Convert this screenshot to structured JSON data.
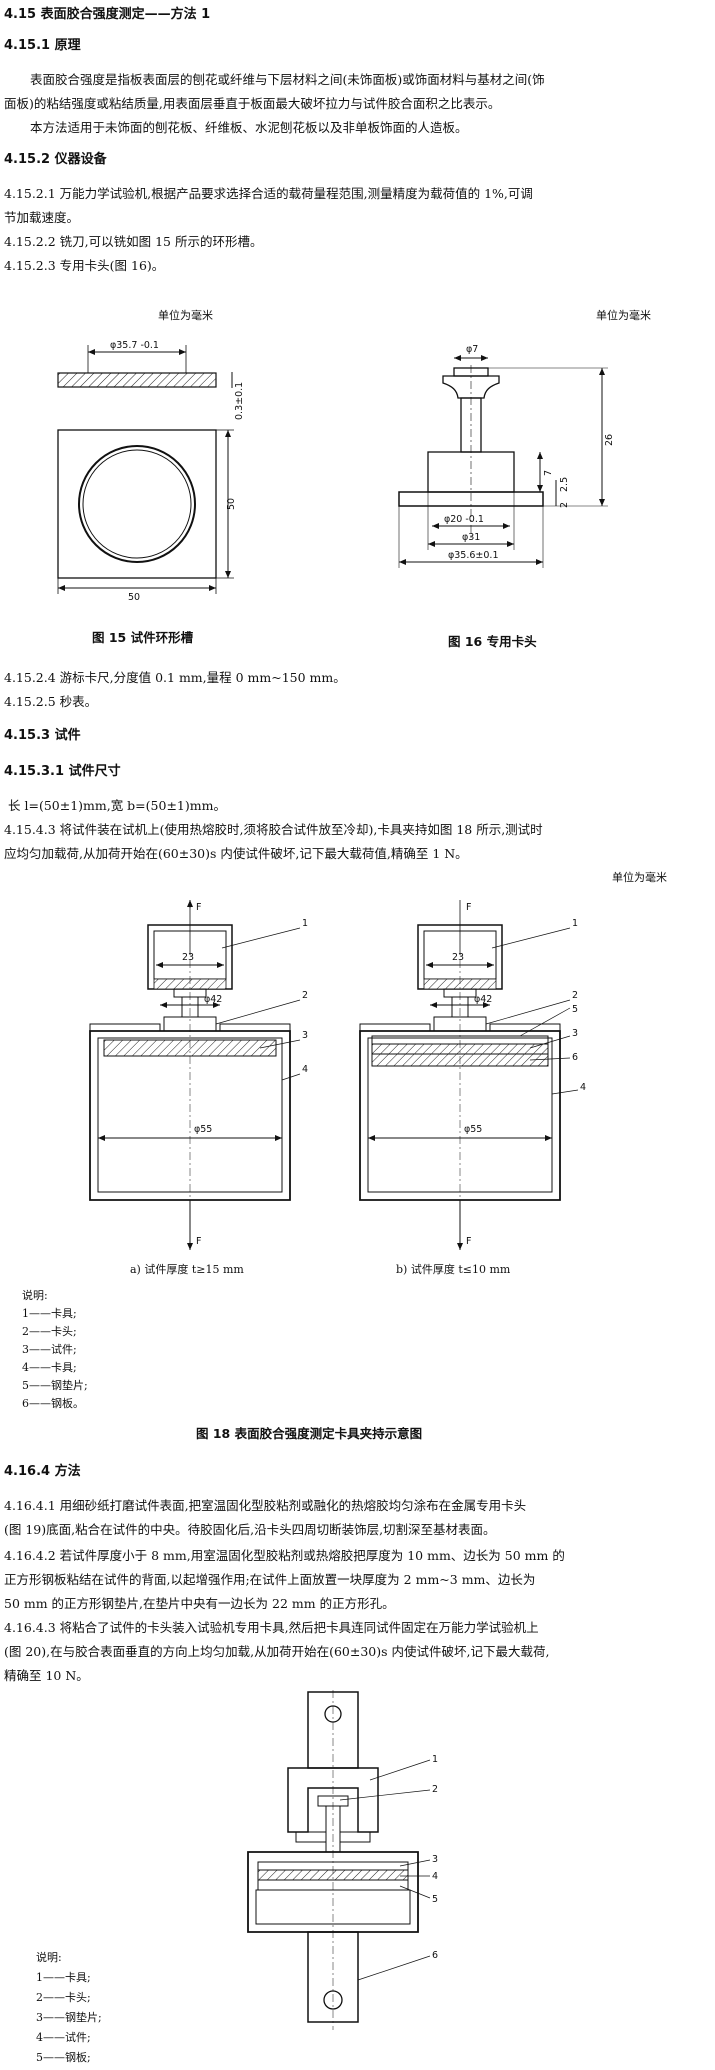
{
  "sec_4_15": {
    "title": "4.15 表面胶合强度测定——方法 1"
  },
  "sec_4_15_1": {
    "title": "4.15.1 原理",
    "p1_l1": "表面胶合强度是指板表面层的刨花或纤维与下层材料之间(未饰面板)或饰面材料与基材之间(饰",
    "p1_l2": "面板)的粘结强度或粘结质量,用表面层垂直于板面最大破坏拉力与试件胶合面积之比表示。",
    "p2": "本方法适用于未饰面的刨花板、纤维板、水泥刨花板以及非单板饰面的人造板。"
  },
  "sec_4_15_2": {
    "title": "4.15.2 仪器设备",
    "i1_l1": "4.15.2.1 万能力学试验机,根据产品要求选择合适的载荷量程范围,测量精度为载荷值的 1%,可调",
    "i1_l2": "节加载速度。",
    "i2": "4.15.2.2 铣刀,可以铣如图 15 所示的环形槽。",
    "i3": "4.15.2.3 专用卡头(图 16)。"
  },
  "fig15": {
    "unit": "单位为毫米",
    "dim_top": "φ35.7 -0.1",
    "dim_right_top": "0.3±0.1",
    "dim_right": "50",
    "dim_bottom": "50",
    "caption": "图 15 试件环形槽"
  },
  "fig16": {
    "unit": "单位为毫米",
    "dim_top": "φ7",
    "dim_7": "7",
    "dim_25": "2.5",
    "dim_2": "2",
    "dim_26": "26",
    "dim_20": "φ20 -0.1",
    "dim_31": "φ31",
    "dim_356": "φ35.6±0.1",
    "caption": "图 16 专用卡头"
  },
  "items_a": {
    "i4": "4.15.2.4 游标卡尺,分度值 0.1 mm,量程 0 mm~150 mm。",
    "i5": "4.15.2.5 秒表。"
  },
  "sec_4_15_3": {
    "title": "4.15.3 试件",
    "sub_title": "4.15.3.1 试件尺寸",
    "size": "长 l=(50±1)mm,宽 b=(50±1)mm。",
    "p_l1": "4.15.4.3 将试件装在试机上(使用热熔胶时,须将胶合试件放至冷却),卡具夹持如图 18 所示,测试时",
    "p_l2": "应均匀加载荷,从加荷开始在(60±30)s 内使试件破坏,记下最大载荷值,精确至 1 N。",
    "unit": "单位为毫米"
  },
  "fig18": {
    "F": "F",
    "d23": "23",
    "d42": "φ42",
    "d55": "φ55",
    "n1": "1",
    "n2": "2",
    "n3": "3",
    "n4": "4",
    "n5": "5",
    "n6": "6",
    "sub_a": "a) 试件厚度 t≥15 mm",
    "sub_b": "b) 试件厚度 t≤10 mm",
    "legend_title": "说明:",
    "legend": [
      "1——卡具;",
      "2——卡头;",
      "3——试件;",
      "4——卡具;",
      "5——钢垫片;",
      "6——钢板。"
    ],
    "caption": "图 18 表面胶合强度测定卡具夹持示意图"
  },
  "sec_4_16_4": {
    "title": "4.16.4 方法",
    "a1_l1": "4.16.4.1 用细砂纸打磨试件表面,把室温固化型胶粘剂或融化的热熔胶均匀涂布在金属专用卡头",
    "a1_l2": "(图 19)底面,粘合在试件的中央。待胶固化后,沿卡头四周切断装饰层,切割深至基材表面。",
    "a2_l1": "4.16.4.2 若试件厚度小于 8 mm,用室温固化型胶粘剂或热熔胶把厚度为 10 mm、边长为 50 mm 的",
    "a2_l2": "正方形钢板粘结在试件的背面,以起增强作用;在试件上面放置一块厚度为 2 mm~3 mm、边长为",
    "a2_l3": "50 mm 的正方形钢垫片,在垫片中央有一边长为 22 mm 的正方形孔。",
    "a3_l1": "4.16.4.3 将粘合了试件的卡头装入试验机专用卡具,然后把卡具连同试件固定在万能力学试验机上",
    "a3_l2": "(图 20),在与胶合表面垂直的方向上均匀加载,从加荷开始在(60±30)s 内使试件破坏,记下最大载荷,",
    "a3_l3": "精确至 10 N。"
  },
  "fig20": {
    "n1": "1",
    "n2": "2",
    "n3": "3",
    "n4": "4",
    "n5": "5",
    "n6": "6",
    "legend_title": "说明:",
    "legend": [
      "1——卡具;",
      "2——卡头;",
      "3——钢垫片;",
      "4——试件;",
      "5——钢板;"
    ]
  }
}
